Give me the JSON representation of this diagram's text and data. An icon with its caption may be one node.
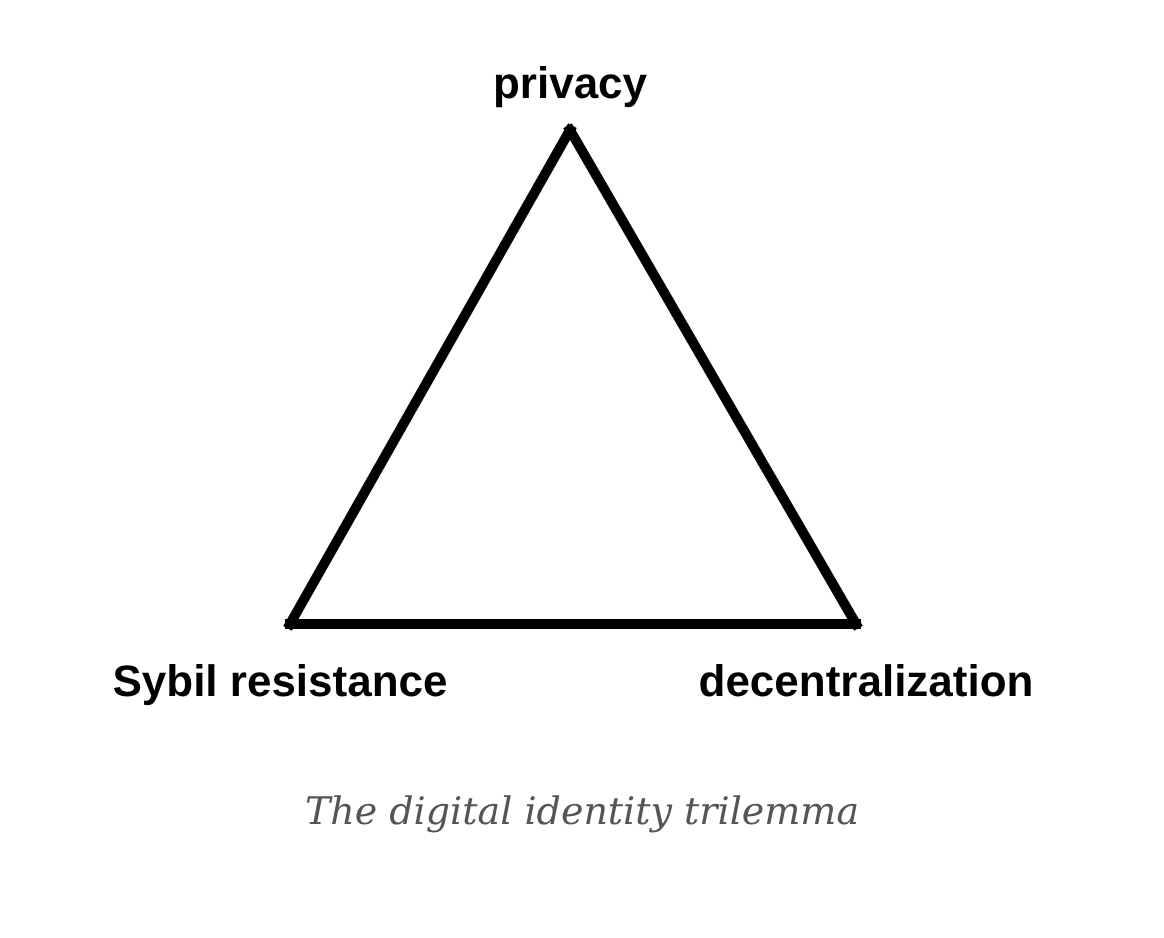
{
  "diagram": {
    "caption": "The digital identity trilemma",
    "nodes": [
      {
        "text": [
          "privacy"
        ]
      },
      {
        "text": [
          "Sybil resistance"
        ]
      },
      {
        "text": [
          "decentralization"
        ]
      }
    ],
    "edges": [
      {
        "from": 0,
        "to": 1,
        "arrow": "none"
      },
      {
        "from": 1,
        "to": 2,
        "arrow": "none"
      },
      {
        "from": 2,
        "to": 0,
        "arrow": "none"
      }
    ]
  }
}
